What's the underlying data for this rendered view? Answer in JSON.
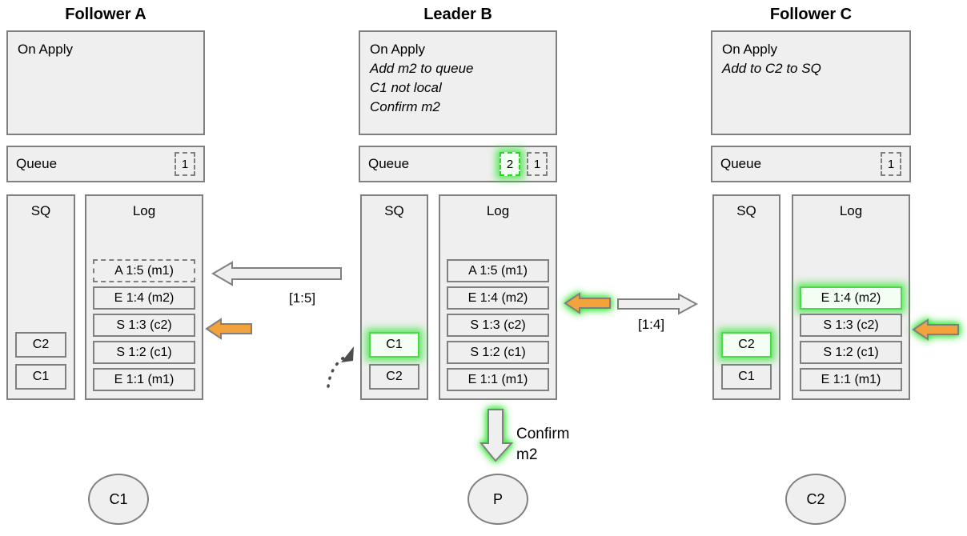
{
  "columns": [
    {
      "id": "follower-a",
      "title": "Follower A",
      "on_apply": {
        "heading": "On Apply",
        "lines": []
      },
      "queue": {
        "label": "Queue",
        "slots": [
          {
            "value": "1",
            "highlight": false
          }
        ]
      },
      "sq": {
        "label": "SQ",
        "items": [
          {
            "value": "C2",
            "highlight": false
          },
          {
            "value": "C1",
            "highlight": false
          }
        ]
      },
      "log": {
        "label": "Log",
        "entries": [
          {
            "value": "A 1:5 (m1)",
            "style": "dashed",
            "highlight": false
          },
          {
            "value": "E 1:4 (m2)",
            "style": "solid",
            "highlight": false
          },
          {
            "value": "S 1:3 (c2)",
            "style": "solid",
            "highlight": false
          },
          {
            "value": "S 1:2 (c1)",
            "style": "solid",
            "highlight": false
          },
          {
            "value": "E 1:1 (m1)",
            "style": "solid",
            "highlight": false
          }
        ]
      },
      "client": "C1"
    },
    {
      "id": "leader-b",
      "title": "Leader B",
      "on_apply": {
        "heading": "On Apply",
        "lines": [
          "Add m2 to queue",
          "C1 not local",
          "Confirm m2"
        ]
      },
      "queue": {
        "label": "Queue",
        "slots": [
          {
            "value": "2",
            "highlight": true
          },
          {
            "value": "1",
            "highlight": false
          }
        ]
      },
      "sq": {
        "label": "SQ",
        "items": [
          {
            "value": "C1",
            "highlight": true
          },
          {
            "value": "C2",
            "highlight": false
          }
        ]
      },
      "log": {
        "label": "Log",
        "entries": [
          {
            "value": "A 1:5 (m1)",
            "style": "solid",
            "highlight": false
          },
          {
            "value": "E 1:4 (m2)",
            "style": "solid",
            "highlight": false
          },
          {
            "value": "S 1:3 (c2)",
            "style": "solid",
            "highlight": false
          },
          {
            "value": "S 1:2 (c1)",
            "style": "solid",
            "highlight": false
          },
          {
            "value": "E 1:1 (m1)",
            "style": "solid",
            "highlight": false
          }
        ]
      },
      "client": "P"
    },
    {
      "id": "follower-c",
      "title": "Follower C",
      "on_apply": {
        "heading": "On Apply",
        "lines": [
          "Add to C2 to SQ"
        ]
      },
      "queue": {
        "label": "Queue",
        "slots": [
          {
            "value": "1",
            "highlight": false
          }
        ]
      },
      "sq": {
        "label": "SQ",
        "items": [
          {
            "value": "C2",
            "highlight": true
          },
          {
            "value": "C1",
            "highlight": false
          }
        ]
      },
      "log": {
        "label": "Log",
        "entries": [
          {
            "value": "E 1:4 (m2)",
            "style": "solid",
            "highlight": true
          },
          {
            "value": "S 1:3 (c2)",
            "style": "solid",
            "highlight": false
          },
          {
            "value": "S 1:2 (c1)",
            "style": "solid",
            "highlight": false
          },
          {
            "value": "E 1:1 (m1)",
            "style": "solid",
            "highlight": false
          }
        ]
      },
      "client": "C2"
    }
  ],
  "messages": {
    "ab_label": "[1:5]",
    "bc_label": "[1:4]",
    "confirm_line1": "Confirm",
    "confirm_line2": "m2"
  },
  "colors": {
    "panel_fill": "#efefef",
    "panel_stroke": "#808080",
    "orange": "#f2a33c",
    "orange_stroke": "#808080",
    "highlight_green": "#3ce63c",
    "text": "#000000"
  }
}
